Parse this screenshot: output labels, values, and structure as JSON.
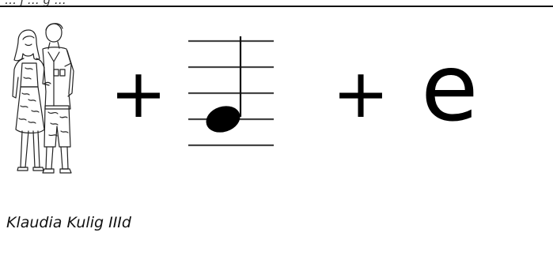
{
  "header": {
    "cut_text": "… j … g …"
  },
  "rebus": {
    "picture_1_icon": "couple-illustration-icon",
    "operator_1": "+",
    "picture_2_icon": "musical-note-on-staff-icon",
    "operator_2": "+",
    "letter": "e"
  },
  "footer": {
    "author": "Klaudia Kulig IIId"
  }
}
